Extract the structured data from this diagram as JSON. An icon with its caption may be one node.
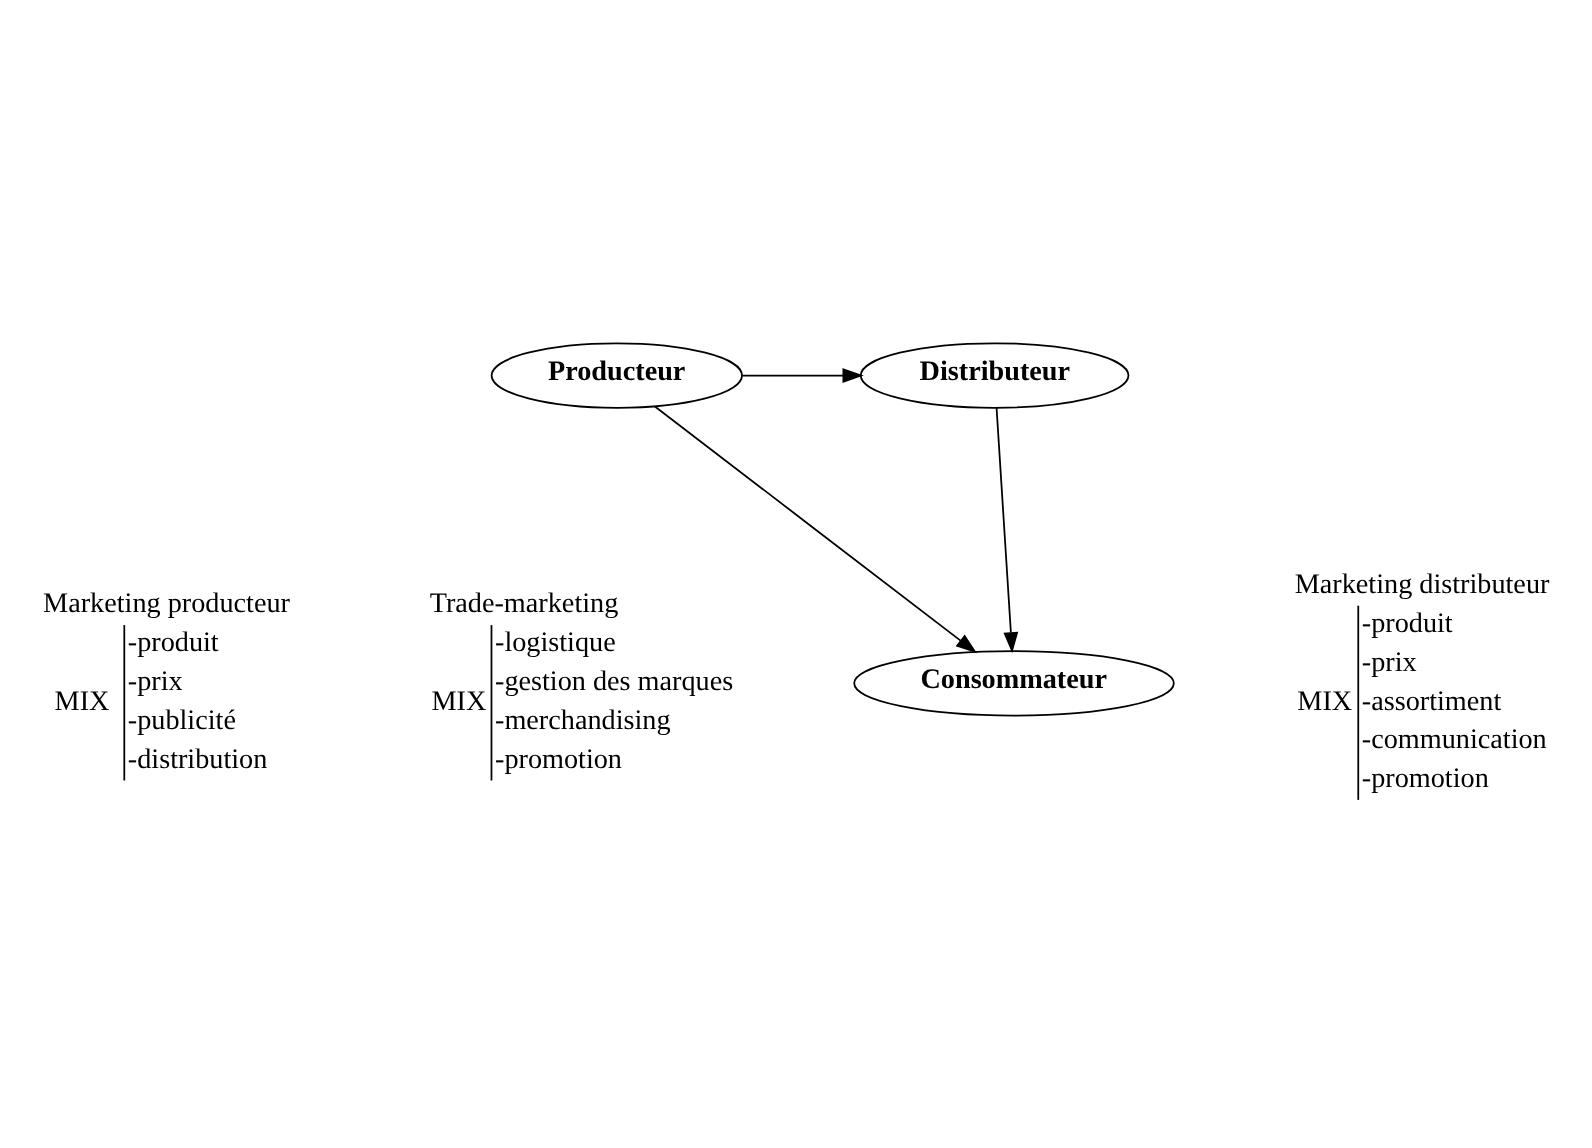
{
  "diagram": {
    "nodes": [
      {
        "text": [
          "Consommateur"
        ]
      },
      {
        "text": [
          "Producteur"
        ]
      },
      {
        "text": [
          "Distributeur"
        ]
      }
    ],
    "edges": [
      {
        "from": 1,
        "to": 0,
        "arrow": "to"
      },
      {
        "from": 2,
        "to": 0,
        "arrow": "to"
      },
      {
        "from": 1,
        "to": 2,
        "arrow": "to"
      }
    ],
    "labels": [
      "Marketing producteur",
      "-produit",
      "-prix",
      "-publicité",
      "-distribution",
      "MIX",
      "Marketing distributeur",
      "-produit",
      "-prix",
      "-assortiment",
      "-communication",
      "-promotion",
      "MIX",
      "Trade-marketing",
      "-logistique",
      "-gestion des marques",
      "-merchandising",
      "-promotion",
      "MIX"
    ]
  }
}
